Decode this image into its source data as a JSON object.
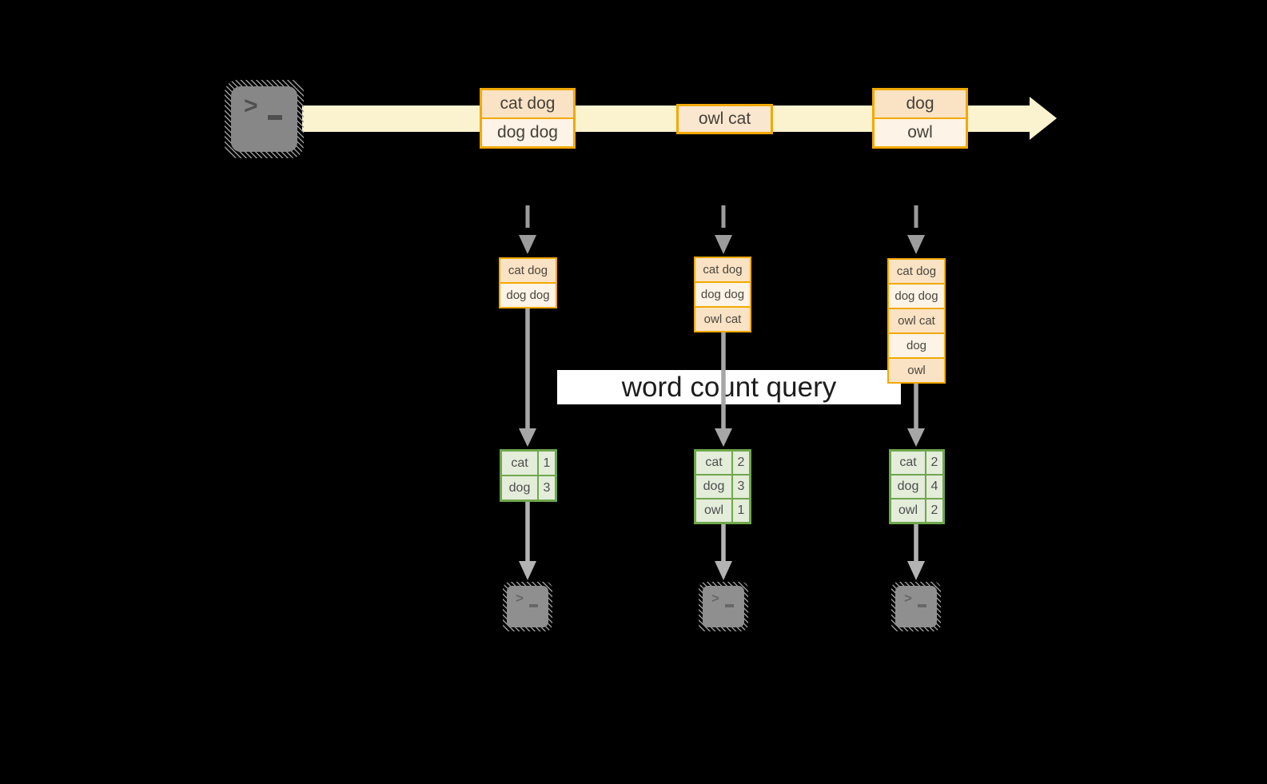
{
  "diagram": {
    "query_label": "word count query",
    "source_terminal_glyph": ">_",
    "stream_batches": [
      {
        "rows": [
          {
            "text": "cat dog"
          },
          {
            "text": "dog dog"
          }
        ]
      },
      {
        "rows": [
          {
            "text": "owl cat"
          }
        ]
      },
      {
        "rows": [
          {
            "text": "dog"
          },
          {
            "text": "owl"
          }
        ]
      }
    ],
    "columns": [
      {
        "buffer_rows": [
          {
            "text": "cat dog"
          },
          {
            "text": "dog dog"
          }
        ],
        "result_rows": [
          {
            "word": "cat",
            "count": "1"
          },
          {
            "word": "dog",
            "count": "3"
          }
        ]
      },
      {
        "buffer_rows": [
          {
            "text": "cat dog"
          },
          {
            "text": "dog dog"
          },
          {
            "text": "owl cat"
          }
        ],
        "result_rows": [
          {
            "word": "cat",
            "count": "2"
          },
          {
            "word": "dog",
            "count": "3"
          },
          {
            "word": "owl",
            "count": "1"
          }
        ]
      },
      {
        "buffer_rows": [
          {
            "text": "cat dog"
          },
          {
            "text": "dog dog"
          },
          {
            "text": "owl cat"
          },
          {
            "text": "dog"
          },
          {
            "text": "owl"
          }
        ],
        "result_rows": [
          {
            "word": "cat",
            "count": "2"
          },
          {
            "word": "dog",
            "count": "4"
          },
          {
            "word": "owl",
            "count": "2"
          }
        ]
      }
    ],
    "colors": {
      "background": "#000000",
      "stream_band": "#FBF2CF",
      "box_border": "#F2A900",
      "box_fill_peach": "#FAE2C4",
      "box_fill_cream": "#FDF3E6",
      "table_border": "#6FA74C",
      "table_fill": "#E3EDDA",
      "arrow_gray": "#A6A6A6",
      "banner_bg": "#FFFFFF",
      "terminal_gray": "#878787"
    }
  }
}
